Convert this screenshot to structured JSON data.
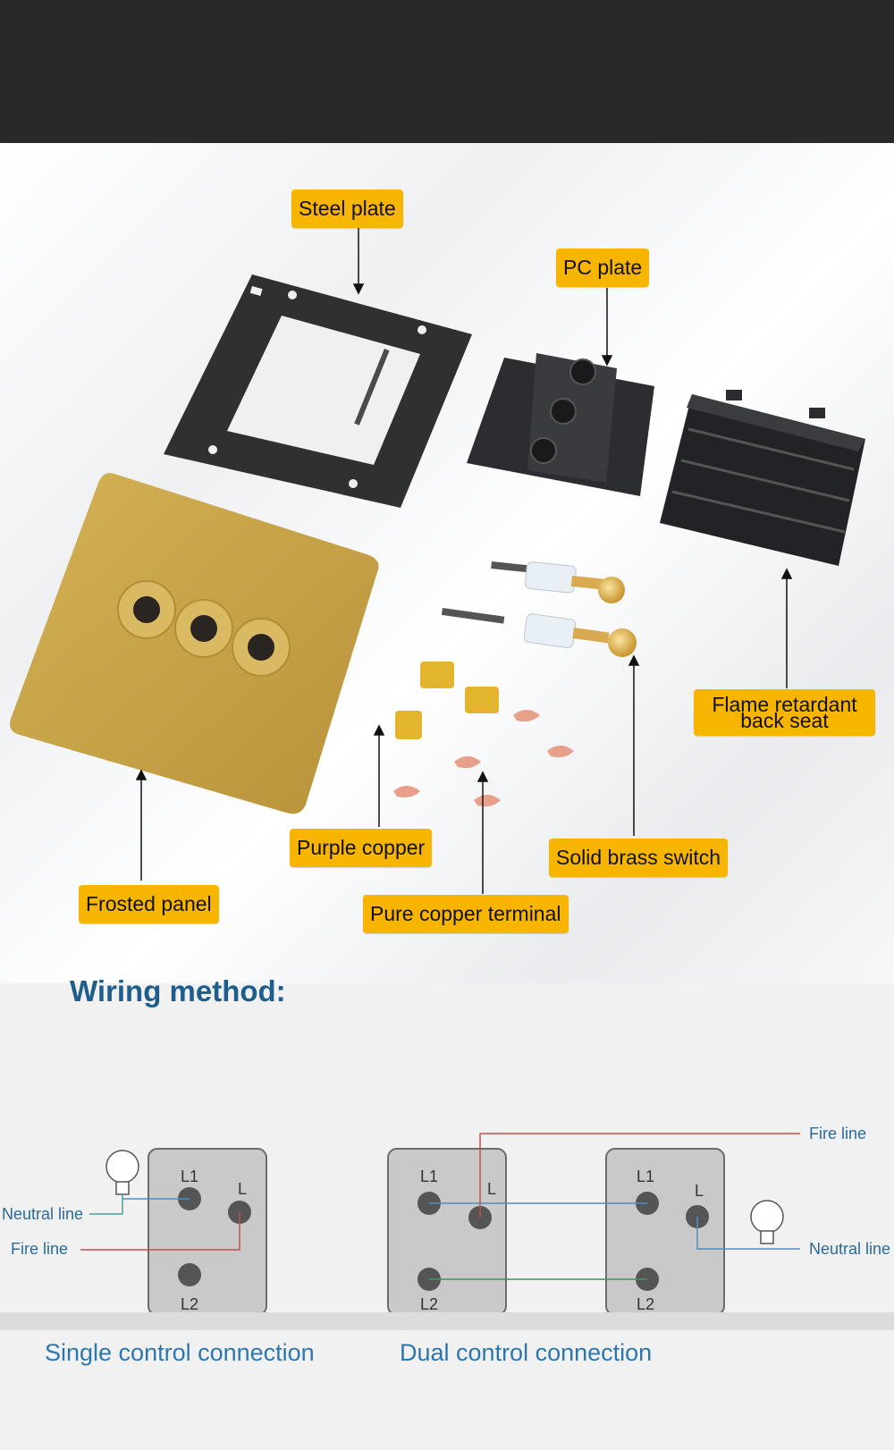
{
  "labels": {
    "steel_plate": "Steel plate",
    "pc_plate": "PC plate",
    "flame_back_seat": "Flame retardant back seat",
    "frosted_panel": "Frosted panel",
    "purple_copper": "Purple copper",
    "pure_copper_terminal": "Pure copper terminal",
    "solid_brass_switch": "Solid brass switch"
  },
  "wiring": {
    "title": "Wiring method:",
    "single_caption": "Single control connection",
    "dual_caption": "Dual control connection",
    "neutral_line": "Neutral line",
    "fire_line": "Fire line",
    "terminal_l1": "L1",
    "terminal_l": "L",
    "terminal_l2": "L2"
  },
  "colors": {
    "label_bg": "#f7b500",
    "panel_gold": "#c9a23e",
    "wire_blue": "#4a90c9",
    "wire_red": "#c0504d",
    "wire_green": "#3a9a54",
    "caption_blue": "#2e77ad"
  }
}
